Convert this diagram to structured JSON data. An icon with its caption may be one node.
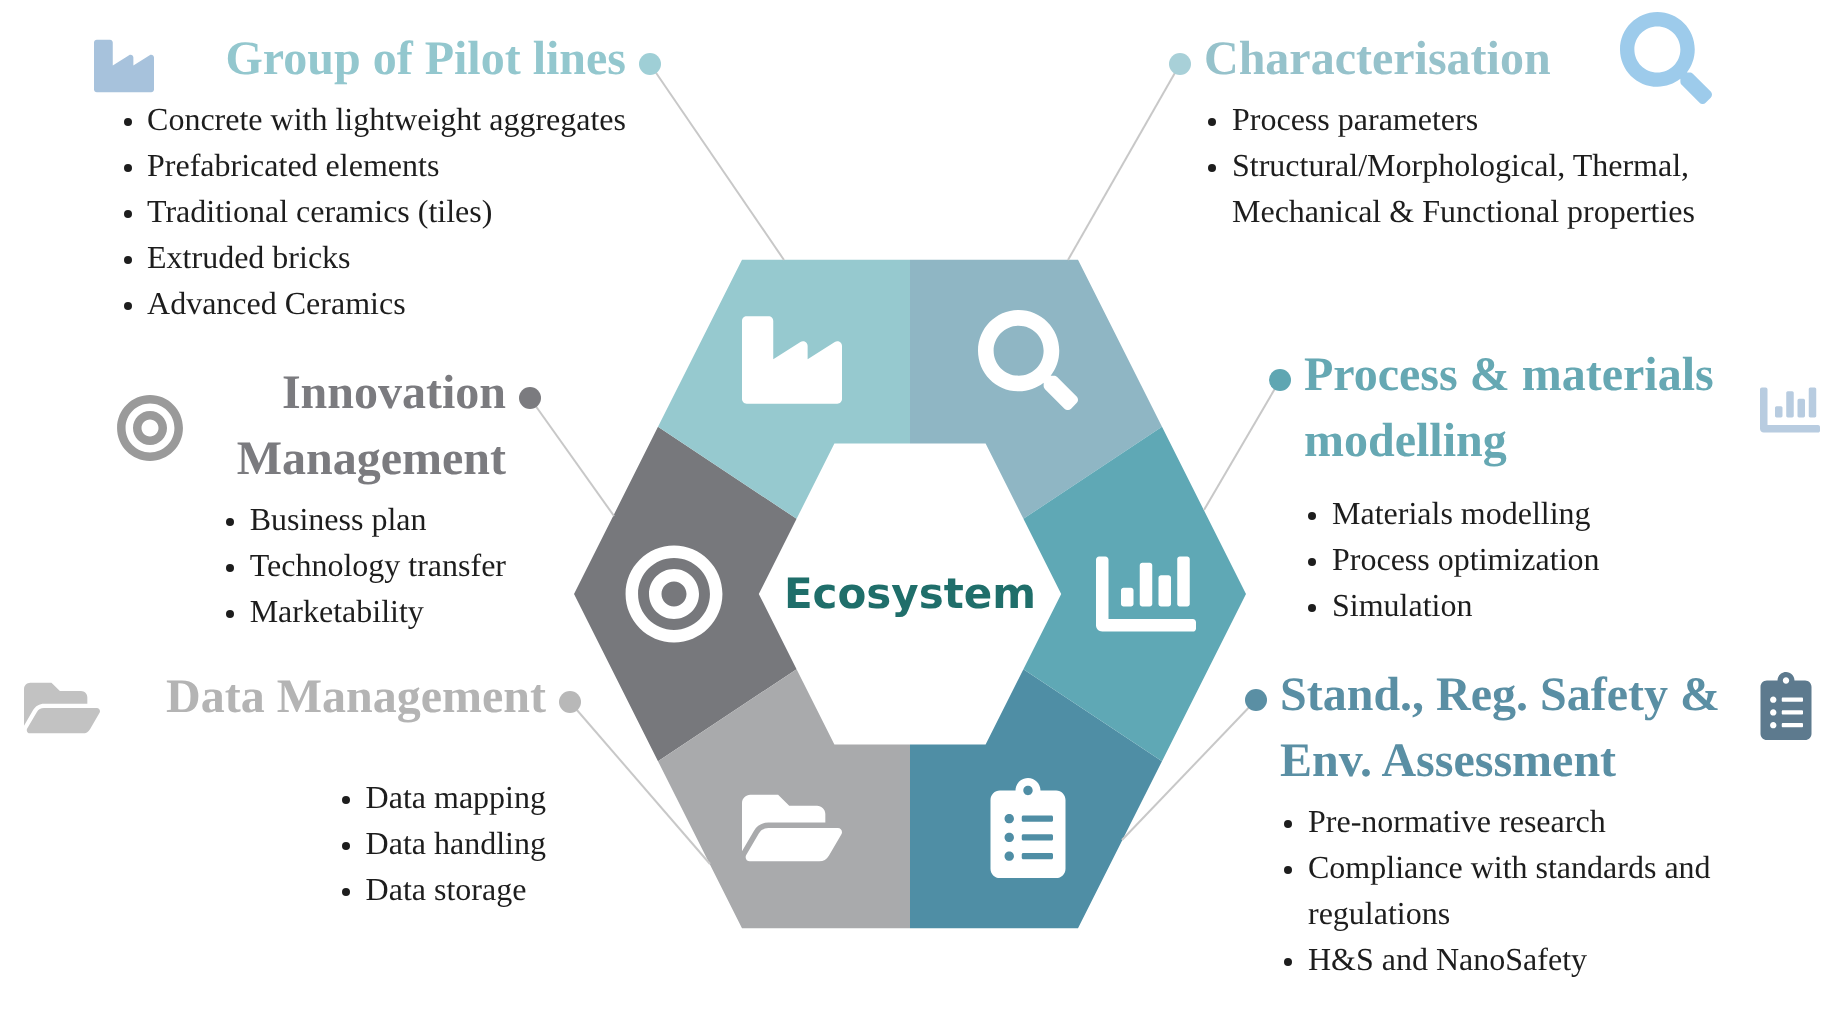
{
  "diagram": {
    "nodes": [
      {
        "text": [
          "Group of Pilot lines",
          "Concrete with lightweight aggregates",
          "Prefabricated elements",
          "Traditional ceramics (tiles)",
          "Extruded bricks",
          "Advanced Ceramics"
        ]
      },
      {
        "text": [
          "Characterisation",
          "Process parameters",
          "Structural/Morphological, Thermal, Mechanical & Functional properties"
        ]
      },
      {
        "text": [
          "Innovation Management",
          "Business plan",
          "Technology transfer",
          "Marketability"
        ]
      },
      {
        "text": [
          "Process & materials modelling",
          "Materials modelling",
          "Process optimization",
          "Simulation"
        ]
      },
      {
        "text": [
          "Data Management",
          "Data mapping",
          "Data handling",
          "Data storage"
        ]
      },
      {
        "text": [
          "Stand., Reg. Safety & Env. Assessment",
          "Pre-normative research",
          "Compliance with standards and regulations",
          "H&S and NanoSafety"
        ]
      },
      {
        "text": [
          "Ecosystem"
        ]
      },
      {
        "text": [],
        "shape": "band"
      },
      {
        "text": [],
        "shape": "band"
      },
      {
        "text": [],
        "shape": "band"
      },
      {
        "text": [],
        "shape": "band"
      },
      {
        "text": [],
        "shape": "band"
      },
      {
        "text": [],
        "shape": "band"
      }
    ],
    "edges": [
      {
        "from": 0,
        "to": 8,
        "arrow": "other"
      },
      {
        "from": 1,
        "to": 10,
        "arrow": "other"
      },
      {
        "from": 2,
        "to": 7,
        "arrow": "other"
      },
      {
        "from": 3,
        "to": 12,
        "arrow": "other"
      },
      {
        "from": 4,
        "to": 9,
        "arrow": "other"
      },
      {
        "from": 5,
        "to": 11,
        "arrow": "other"
      }
    ]
  }
}
